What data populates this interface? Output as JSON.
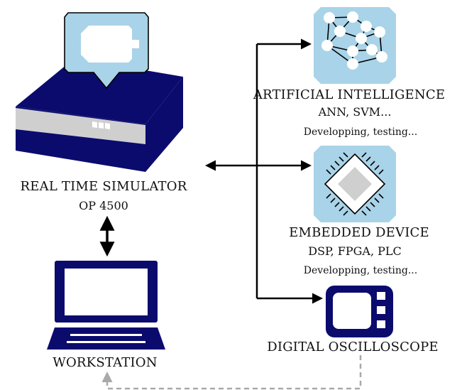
{
  "colors": {
    "navy": "#0b0b6e",
    "light_blue": "#a9d3e8",
    "grey": "#cfcfcf",
    "dashed_grey": "#a9a9a9",
    "black": "#000000"
  },
  "simulator": {
    "title": "REAL TIME SIMULATOR",
    "model": "OP 4500",
    "icon": "rack-simulator-icon",
    "badge_icon": "motor-icon"
  },
  "workstation": {
    "title": "WORKSTATION",
    "icon": "laptop-icon"
  },
  "ai": {
    "title": "ARTIFICIAL INTELLIGENCE",
    "subtitle": "ANN, SVM...",
    "note": "Developping, testing...",
    "icon": "neural-network-icon"
  },
  "embedded": {
    "title": "EMBEDDED DEVICE",
    "subtitle": "DSP, FPGA, PLC",
    "note": "Developping, testing...",
    "icon": "chip-icon"
  },
  "oscilloscope": {
    "title": "DIGITAL OSCILLOSCOPE",
    "icon": "oscilloscope-icon"
  }
}
